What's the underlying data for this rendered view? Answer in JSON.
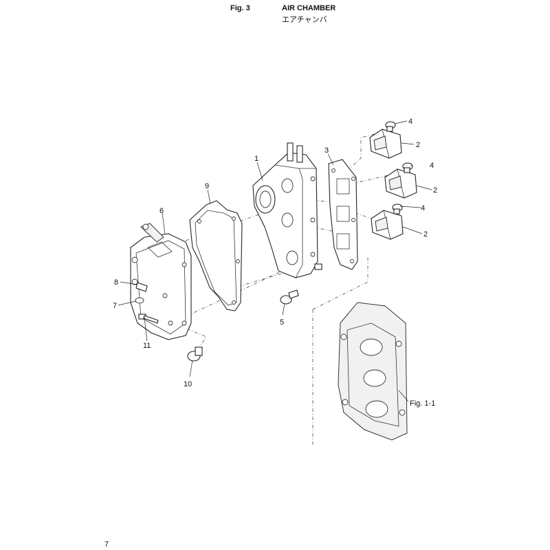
{
  "header": {
    "figure_number": "Fig. 3",
    "title_en": "AIR CHAMBER",
    "title_jp": "エアチャンバ"
  },
  "callouts": {
    "c1": "1",
    "c2a": "2",
    "c2b": "2",
    "c2c": "2",
    "c3": "3",
    "c4a": "4",
    "c4b": "4",
    "c4c": "4",
    "c5": "5",
    "c6": "6",
    "c7": "7",
    "c8": "8",
    "c9": "9",
    "c10": "10",
    "c11": "11",
    "ref": "Fig. 1-1"
  },
  "footer": {
    "page_number": "7"
  }
}
